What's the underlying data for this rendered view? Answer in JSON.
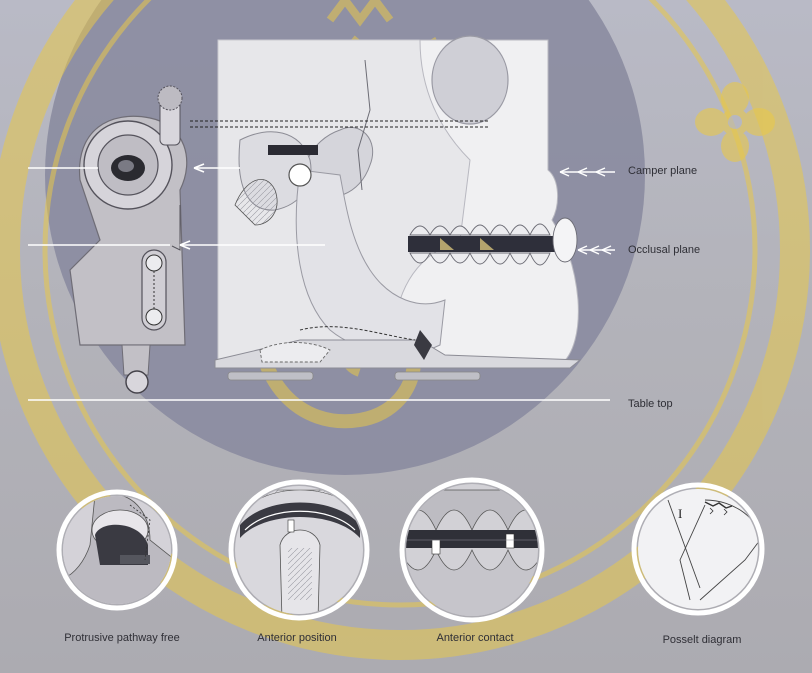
{
  "labels": {
    "camper_plane": "Camper plane",
    "occlusal_plane": "Occlusal plane",
    "table_top": "Table top"
  },
  "captions": {
    "protrusive": "Protrusive pathway free",
    "anterior_position": "Anterior position",
    "anterior_contact": "Anterior contact",
    "posselt": "Posselt diagram"
  },
  "posselt_mark": "I",
  "colors": {
    "backdrop_disc": "#8b8ca1",
    "watermark": "#e8c84a",
    "skull": "#e7e7ea",
    "articulator": "#c2c0c6",
    "ring": "#ffffff"
  }
}
